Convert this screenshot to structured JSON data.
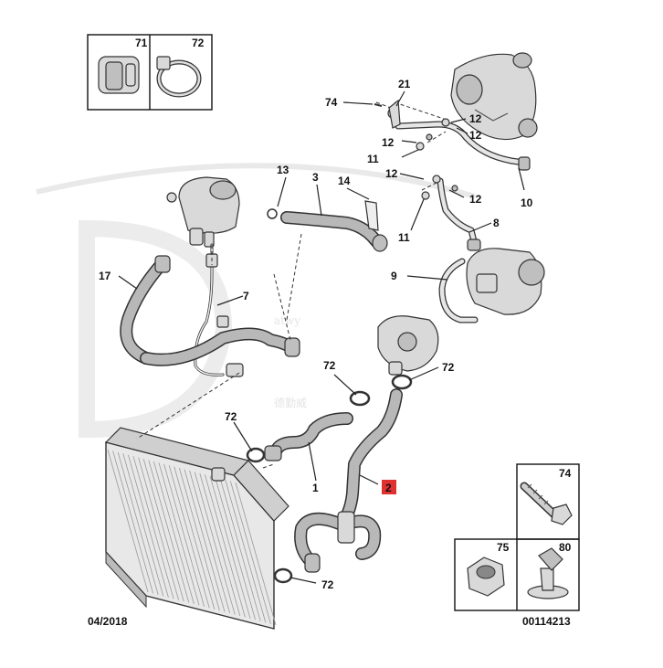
{
  "watermark": {
    "latin": "atwy",
    "chinese": "德勤威"
  },
  "footer": {
    "date": "04/2018",
    "reference": "00114213"
  },
  "inset_boxes": {
    "top_left": [
      "71",
      "72"
    ],
    "bottom_right": [
      "74",
      "75",
      "80"
    ]
  },
  "callouts": {
    "c1": "1",
    "c2": "2",
    "c3": "3",
    "c7": "7",
    "c8": "8",
    "c9": "9",
    "c10": "10",
    "c11a": "11",
    "c11b": "11",
    "c12a": "12",
    "c12b": "12",
    "c12c": "12",
    "c12d": "12",
    "c13": "13",
    "c14": "14",
    "c17": "17",
    "c21": "21",
    "c72a": "72",
    "c72b": "72",
    "c72c": "72",
    "c72d": "72",
    "c74": "74"
  },
  "highlight_color": "#e03030"
}
